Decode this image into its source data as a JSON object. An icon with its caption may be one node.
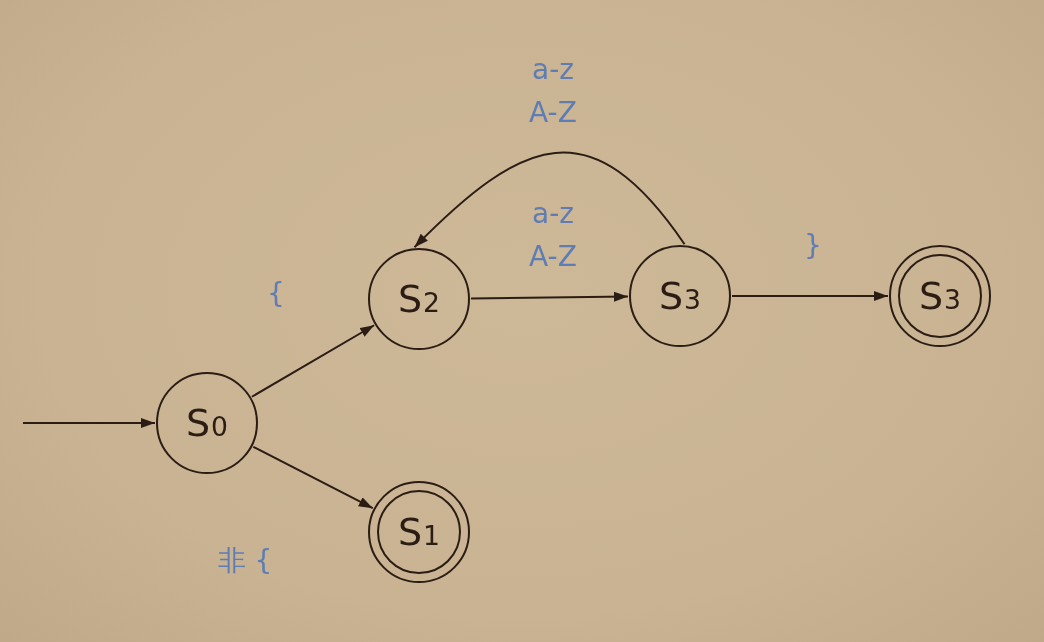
{
  "diagram": {
    "nodes": [
      {
        "text": [
          "S$_{0}$"
        ]
      },
      {
        "text": [
          "S$_{1}$"
        ]
      },
      {
        "text": [
          "S$_{2}$"
        ]
      },
      {
        "text": [
          "S$_{3}$"
        ]
      },
      {
        "text": [
          "S$_{3}$"
        ]
      }
    ],
    "edges": [
      {
        "from": null,
        "to": 0,
        "arrow": "to"
      },
      {
        "from": 0,
        "to": 2,
        "arrow": "to",
        "label": "{"
      },
      {
        "from": 0,
        "to": 1,
        "arrow": "to",
        "label": "非 {"
      },
      {
        "from": 2,
        "to": 3,
        "arrow": "to",
        "label": "a-z A-Z"
      },
      {
        "from": 3,
        "to": 2,
        "arrow": "to",
        "label": "a-z A-Z"
      },
      {
        "from": 3,
        "to": 4,
        "arrow": "to",
        "label": "}"
      }
    ]
  }
}
